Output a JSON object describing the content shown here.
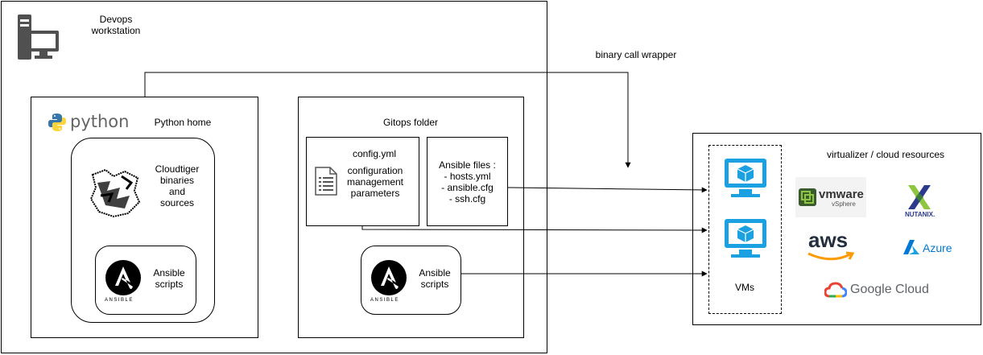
{
  "workstation": {
    "label": "Devops\nworkstation"
  },
  "wrapper_label": "binary call wrapper",
  "python_home": {
    "logo_word": "python",
    "label": "Python home",
    "cloudtiger": "Cloudtiger\nbinaries\nand\nsources",
    "ansible_scripts": "Ansible\nscripts",
    "ansible_logo_word": "ANSIBLE"
  },
  "gitops": {
    "label": "Gitops folder",
    "config_title": "config.yml",
    "config_desc": "configuration\nmanagement\nparameters",
    "ansible_files": "Ansible files :\n- hosts.yml\n- ansible.cfg\n- ssh.cfg",
    "ansible_scripts": "Ansible\nscripts",
    "ansible_logo_word": "ANSIBLE"
  },
  "cloud": {
    "label": "virtualizer / cloud resources",
    "vms_label": "VMs",
    "vmware_word": "vmware",
    "vmware_sub": "vSphere",
    "nutanix_word": "NUTANIX.",
    "aws_word": "aws",
    "azure_word": "Azure",
    "google_word": "Google Cloud"
  },
  "colors": {
    "vm_blue": "#1ba1e2",
    "python_blue": "#3776ab",
    "python_yellow": "#ffd43b",
    "nutanix_green": "#8dc63f",
    "aws_orange": "#ff9900",
    "azure_blue": "#0078d4"
  }
}
